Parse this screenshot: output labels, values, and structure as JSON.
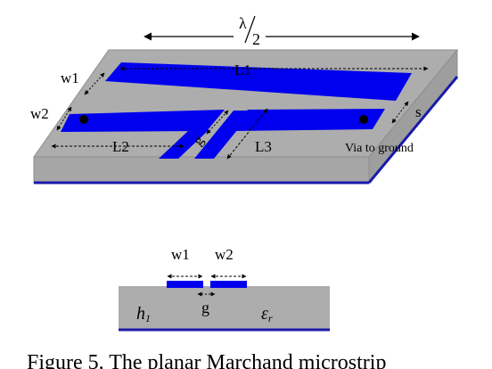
{
  "diagram": {
    "top_view": {
      "wavelength_label": "λ",
      "wavelength_den": "2",
      "w1": "w1",
      "w2": "w2",
      "L1": "L1",
      "L2": "L2",
      "L3": "L3",
      "g": "g",
      "s": "s",
      "via": "Via to ground"
    },
    "cross_section": {
      "w1": "w1",
      "w2": "w2",
      "h": "h",
      "h_sub": "1",
      "g": "g",
      "eps": "ε",
      "eps_sub": "r"
    },
    "caption": "Figure 5. The planar Marchand microstrip"
  },
  "colors": {
    "substrate_top": "#adadad",
    "substrate_side": "#a3a3a3",
    "strip": "#0000ee",
    "edge": "#1a1aa8"
  }
}
